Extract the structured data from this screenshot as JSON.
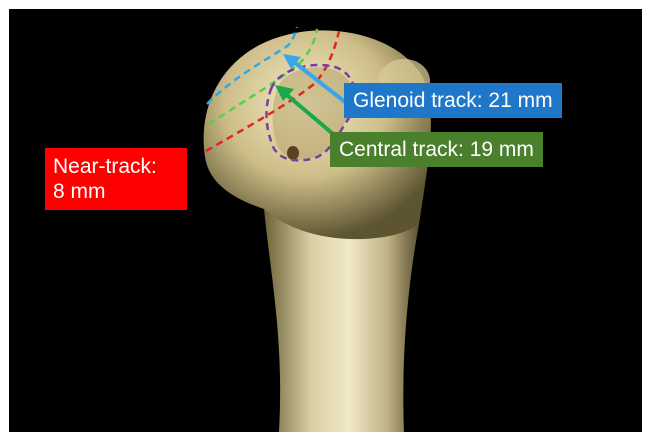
{
  "image": {
    "description_icon": "humeral-head-3d-ct-render",
    "background_color": "#000000"
  },
  "labels": {
    "near_track": {
      "line1": "Near-track:",
      "line2": "8 mm",
      "color": "#ff0000"
    },
    "glenoid_track": {
      "text": "Glenoid track: 21 mm",
      "color": "#1f77c9"
    },
    "central_track": {
      "text": "Central track: 19 mm",
      "color": "#4a7f2c"
    }
  },
  "overlays": {
    "glenoid_arc_color": "#2ea8e8",
    "central_arc_color": "#55d24a",
    "near_arc_color": "#e2261e",
    "lesion_outline_color": "#7a3fa0",
    "glenoid_arrow_color": "#39a6e6",
    "central_arrow_color": "#1aa84a"
  }
}
